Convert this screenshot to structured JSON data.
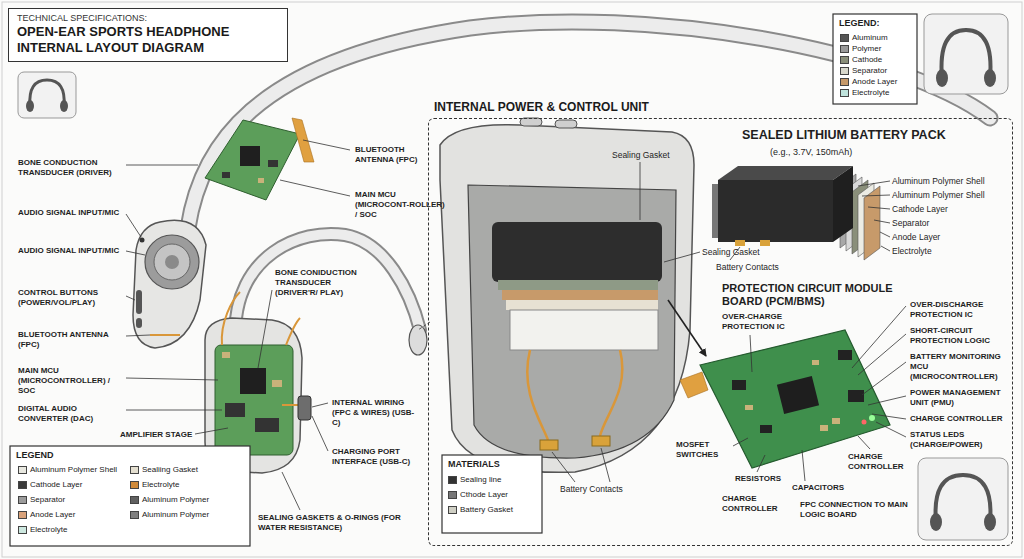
{
  "diagram": {
    "title": "OPEN-EAR SPORTS HEADPHONE INTERNAL LAYOUT DIAGRAM",
    "nodes": [
      {
        "text": [
          "INTERNAL POWER & CONTROL UNIT"
        ]
      }
    ],
    "labels": [
      "TECHNICAL SPECIFICATIONS:",
      "BONE CONDUCTION TRANSDUCER (DRIVER)",
      "AUDIO SIGNAL INPUT/MIC",
      "AUDIO SIGNAL INPUT/MIC",
      "CONTROL BUTTONS (POWER/VOL/PLAY)",
      "BLUETOOTH ANTENNA (FPC)",
      "MAIN MCU (MICROCONTROLLER) / SOC",
      "DIGITAL AUDIO CONVERTER (DAC)",
      "AMPLIFIER STAGE",
      "BLUETOOTH ANTENNA (FPC)",
      "MAIN MCU (MICROCONT-ROLLER) / SOC",
      "BONE CONIDUCTION TRANSDUCER (DRIVER'R/ PLAY)",
      "INTERNAL WIRING (FPC & WIRES) (USB-C)",
      "CHARGING PORT INTERFACE (USB-C)",
      "SEALING GASKETS & O-RINGS (FOR WATER RESISTANCE)",
      "LEGEND:",
      "LEGEND",
      "MATERIALS",
      "SEALED LITHIUM BATTERY PACK",
      "(e.g., 3.7V, 150mAh)",
      "Sealing Gasket",
      "Aluminum Polymer Shell",
      "Aluminum Polymer Shell",
      "Cathode Layer",
      "Separator",
      "Anode Layer",
      "Electrolyte",
      "Sealing Gasket",
      "Battery Contacts",
      "Battery Contacts",
      "PROTECTION CIRCUIT MODULE BOARD (PCM/BMS)",
      "OVER-CHARGE PROTECTION IC",
      "OVER-DISCHARGE PROTECTION IC",
      "SHORT-CIRCUIT PROTECTION LOGIC",
      "BATTERY MONITORING MCU (MICROCONTROLLER)",
      "POWER MANAGEMENT UNIT (PMU)",
      "CHARGE CONTROLLER",
      "STATUS LEDS (CHARGE/POWER)",
      "CHARGE CONTROLLER",
      "CAPACITORS",
      "FPC CONNECTION TO MAIN LOGIC BOARD",
      "CHARGE CONTROLLER",
      "RESISTORS",
      "MOSFET SWITCHES"
    ],
    "legend": [
      {
        "text": "Aluminum",
        "color": "#555555"
      },
      {
        "text": "Polymer",
        "color": "#9a9a9a"
      },
      {
        "text": "Cathode",
        "color": "#8a8f7a"
      },
      {
        "text": "Separator",
        "color": "#d8d8cc"
      },
      {
        "text": "Anode Layer",
        "color": "#c79a6a"
      },
      {
        "text": "Electrolyte",
        "color": "#bfe3dc"
      },
      {
        "text": "Aluminum Polymer Shell",
        "color": "#e8e8e0"
      },
      {
        "text": "Cathode Layer",
        "color": "#3a3a3a"
      },
      {
        "text": "Separator",
        "color": "#9c9c9c"
      },
      {
        "text": "Anode Layer",
        "color": "#d9a27a"
      },
      {
        "text": "Electrolyte",
        "color": "#cde8e0"
      },
      {
        "text": "Sealiing Gasket",
        "color": "#e4dfd0"
      },
      {
        "text": "Electrolyte",
        "color": "#d08a3a"
      },
      {
        "text": "Aluminum Polymer",
        "color": "#606060"
      },
      {
        "text": "Aluminum Polymer",
        "color": "#808080"
      },
      {
        "text": "Sealing line",
        "color": "#333333"
      },
      {
        "text": "Cthode Layer",
        "color": "#777777"
      },
      {
        "text": "Battery Gasket",
        "color": "#cfcfc4"
      }
    ]
  }
}
